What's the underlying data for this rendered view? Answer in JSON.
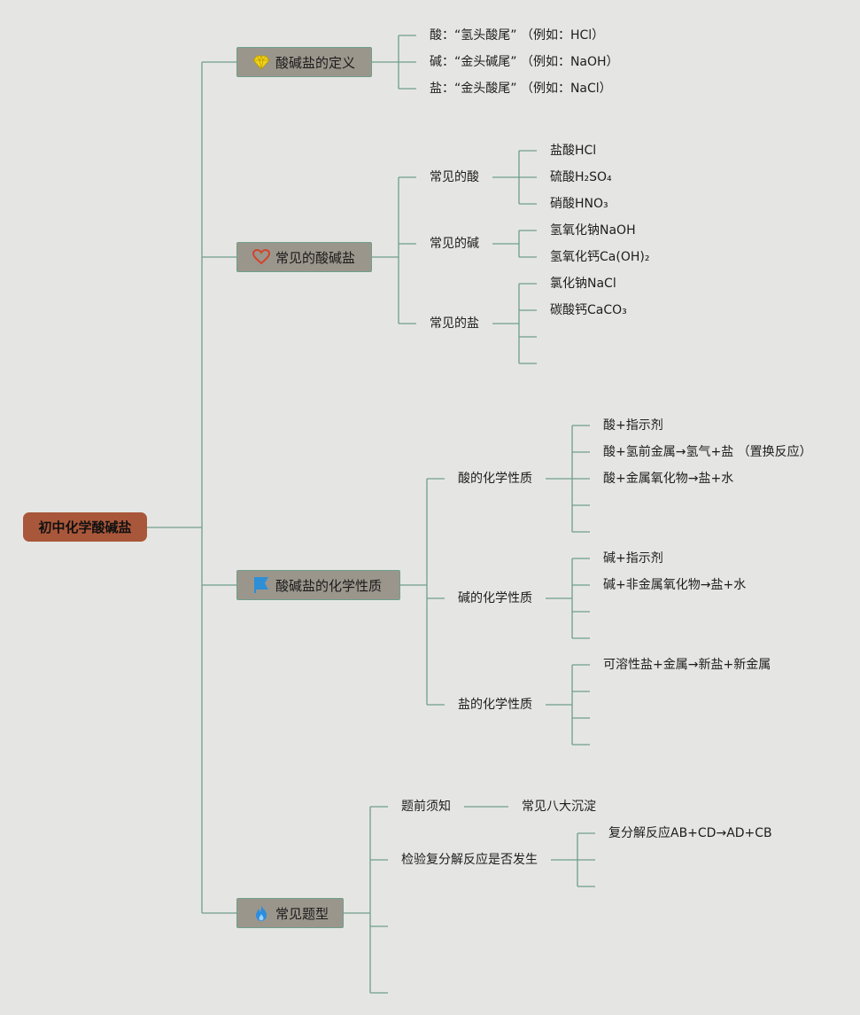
{
  "root": {
    "label": "初中化学酸碱盐"
  },
  "definition": {
    "title": "酸碱盐的定义",
    "icon": "diamond-icon",
    "items": [
      "酸：“氢头酸尾” （例如：HCl）",
      "碱：“金头碱尾” （例如：NaOH）",
      "盐：“金头酸尾” （例如：NaCl）"
    ]
  },
  "common": {
    "title": "常见的酸碱盐",
    "icon": "heart-icon",
    "acid": {
      "label": "常见的酸",
      "items": [
        "盐酸HCl",
        "硫酸H₂SO₄",
        "硝酸HNO₃"
      ]
    },
    "base": {
      "label": "常见的碱",
      "items": [
        "氢氧化钠NaOH",
        "氢氧化钙Ca(OH)₂"
      ]
    },
    "salt": {
      "label": "常见的盐",
      "items": [
        "氯化钠NaCl",
        "碳酸钙CaCO₃"
      ]
    }
  },
  "properties": {
    "title": "酸碱盐的化学性质",
    "icon": "flag-icon",
    "acid": {
      "label": "酸的化学性质",
      "items": [
        "酸+指示剂",
        "酸+氢前金属→氢气+盐 （置换反应）",
        "酸+金属氧化物→盐+水"
      ]
    },
    "base": {
      "label": "碱的化学性质",
      "items": [
        "碱+指示剂",
        "碱+非金属氧化物→盐+水"
      ]
    },
    "salt": {
      "label": "盐的化学性质",
      "items": [
        "可溶性盐+金属→新盐+新金属"
      ]
    }
  },
  "questions": {
    "title": "常见题型",
    "icon": "flame-icon",
    "pre": {
      "label": "题前须知",
      "child": "常见八大沉淀"
    },
    "check": {
      "label": "检验复分解反应是否发生",
      "child": "复分解反应AB+CD→AD+CB"
    }
  },
  "colors": {
    "background": "#e5e6e3",
    "root_fill": "#a9573a",
    "branch_fill": "#9b968c",
    "connector": "#6f9e8c",
    "diamond": "#f2d31b",
    "heart": "#d0452c",
    "flag": "#2d8fd6",
    "flame": "#2b8de0"
  }
}
